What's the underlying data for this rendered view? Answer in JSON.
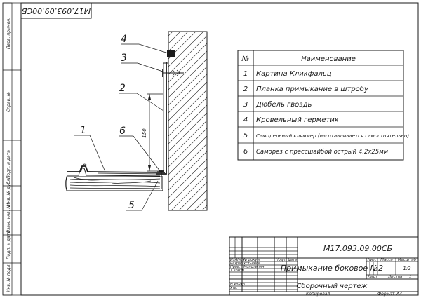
{
  "drawing_code_rotated": "M17.093.09.00СБ",
  "left_strip": {
    "perv_primen": "Перв. примен.",
    "sprav_no": "Справ. №",
    "podp_data_1": "Подп. и дата",
    "inv_dubl": "Инв. № дубл.",
    "vzam_inv": "Взам. инв. №",
    "podp_data_2": "Подп. и дата",
    "inv_podl": "Инв. № подл."
  },
  "callouts": {
    "c1": "1",
    "c2": "2",
    "c3": "3",
    "c4": "4",
    "c5": "5",
    "c6": "6"
  },
  "dimension": "150",
  "parts_table": {
    "header_no": "№",
    "header_name": "Наименование",
    "rows": [
      {
        "no": "1",
        "name": "Картина Кликфальц"
      },
      {
        "no": "2",
        "name": "Планка примыкание в штробу"
      },
      {
        "no": "3",
        "name": "Дюбель гвоздь"
      },
      {
        "no": "4",
        "name": "Кровельный герметик"
      },
      {
        "no": "5",
        "name": "Самодельный кляммер (изготавливается самостоятельно)"
      },
      {
        "no": "6",
        "name": "Саморез с прессшайбой острый 4,2х25мм"
      }
    ]
  },
  "title_block": {
    "designation": "M17.093.09.00СБ",
    "title": "Примыкание боковое №2",
    "doc_type": "Сборочный чертеж",
    "izm": "Изм.",
    "list": "Лист",
    "n_dokum": "№ докум.",
    "podp": "Подп.",
    "data": "Дата",
    "razrab": "Разраб.",
    "razrab_name": "Устьянов",
    "prov": "Пров.",
    "prov_name": "Молотилин",
    "tkontr": "Т.контр.",
    "nkontr": "Н.контр.",
    "utv": "Утв.",
    "lit": "Лит.",
    "massa": "Масса",
    "masshtab": "Масштаб",
    "scale_value": "1:2",
    "sheet_label": "Лист",
    "sheets_label": "Листов",
    "sheets_value": "1",
    "copied": "Копировал",
    "format_label": "Формат",
    "format_value": "А3"
  }
}
